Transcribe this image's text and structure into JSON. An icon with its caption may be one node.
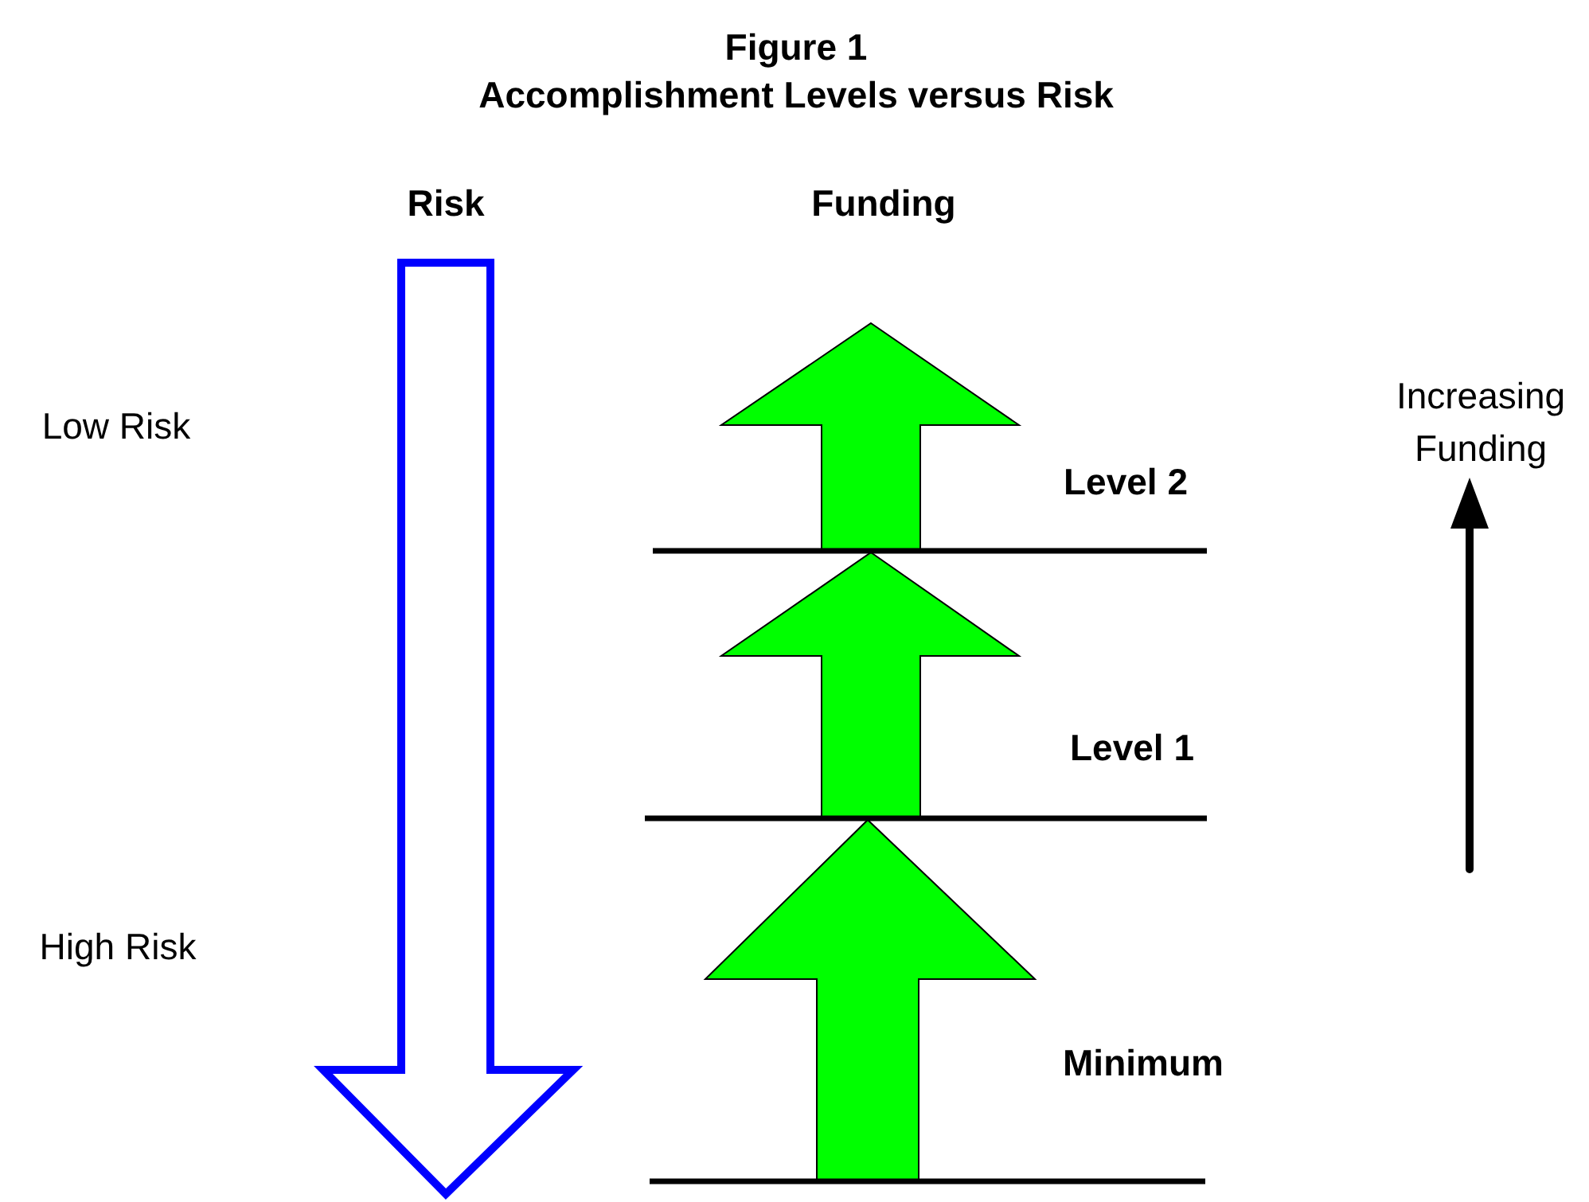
{
  "diagram": {
    "title": "Figure 1",
    "labels": [
      "Accomplishment Levels versus Risk",
      "Risk",
      "Funding",
      "Low Risk",
      "High Risk",
      "Increasing Funding",
      "Level 2",
      "Level 1",
      "Minimum"
    ]
  }
}
